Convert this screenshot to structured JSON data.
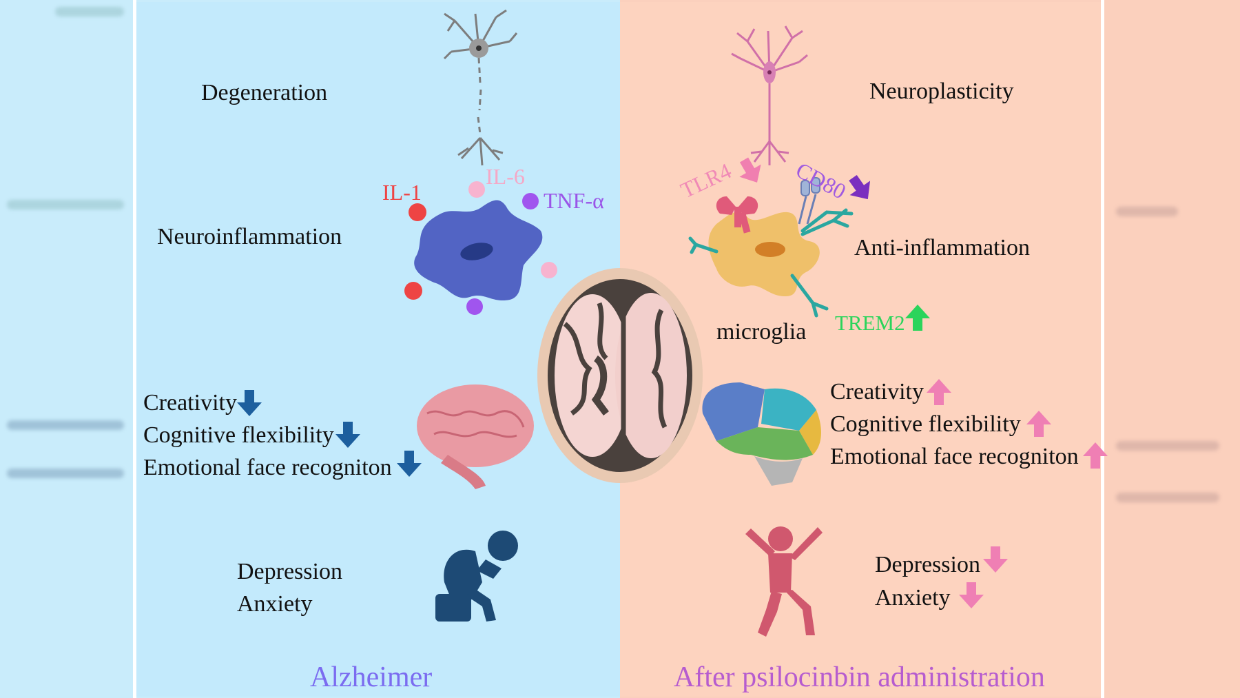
{
  "left_panel": {
    "degeneration": "Degeneration",
    "neuroinflammation": "Neuroinflammation",
    "cytokines": {
      "il1": "IL-1",
      "il6": "IL-6",
      "tnf": "TNF-α"
    },
    "creativity": "Creativity",
    "cognitive_flexibility": "Cognitive flexibility",
    "emotional_face": "Emotional face recogniton",
    "depression": "Depression",
    "anxiety": "Anxiety",
    "footer": "Alzheimer"
  },
  "right_panel": {
    "neuroplasticity": "Neuroplasticity",
    "tlr4": "TLR4",
    "cd80": "CD80",
    "anti_inflammation": "Anti-inflammation",
    "trem2": "TREM2",
    "microglia": "microglia",
    "creativity": "Creativity",
    "cognitive_flexibility": "Cognitive flexibility",
    "emotional_face": "Emotional face recogniton",
    "depression": "Depression",
    "anxiety": "Anxiety",
    "footer": "After psilocinbin administration"
  },
  "colors": {
    "left_bg": "#c3eafc",
    "right_bg": "#fdd3bf",
    "left_footer": "#7b6cf0",
    "right_footer": "#b65ccf",
    "down_arrow_left": "#1d5f9e",
    "up_arrow_right": "#ef7fb4",
    "il1": "#ee4444",
    "il6": "#f7b3cf",
    "tnf": "#a055ee",
    "trem2": "#2bd45b",
    "tlr4": "#f08ab6",
    "cd80": "#a05ae0"
  },
  "icons": [
    "degenerating-neuron-icon",
    "healthy-neuron-icon",
    "activated-microglia-icon",
    "resting-microglia-icon",
    "brain-mri-icon",
    "brain-side-pink-icon",
    "brain-side-colored-icon",
    "sad-person-icon",
    "happy-person-icon"
  ]
}
